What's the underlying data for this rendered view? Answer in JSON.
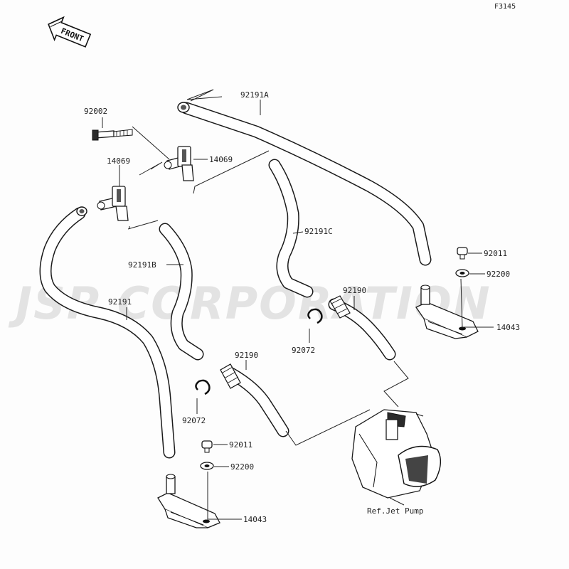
{
  "figure_code": "F3145",
  "front_label": "FRONT",
  "watermark": "JSP CORPORATION",
  "labels": {
    "p92191A": "92191A",
    "p92002": "92002",
    "p14069_top": "14069",
    "p14069_left": "14069",
    "p92191C": "92191C",
    "p92191B": "92191B",
    "p92011_right": "92011",
    "p92200_right": "92200",
    "p92190_right": "92190",
    "p14043_right": "14043",
    "p92191": "92191",
    "p92072_mid": "92072",
    "p92190_mid": "92190",
    "p92072_left": "92072",
    "p92011_bottom": "92011",
    "p92200_bottom": "92200",
    "p14043_bottom": "14043",
    "ref_jet_pump": "Ref.Jet Pump"
  }
}
